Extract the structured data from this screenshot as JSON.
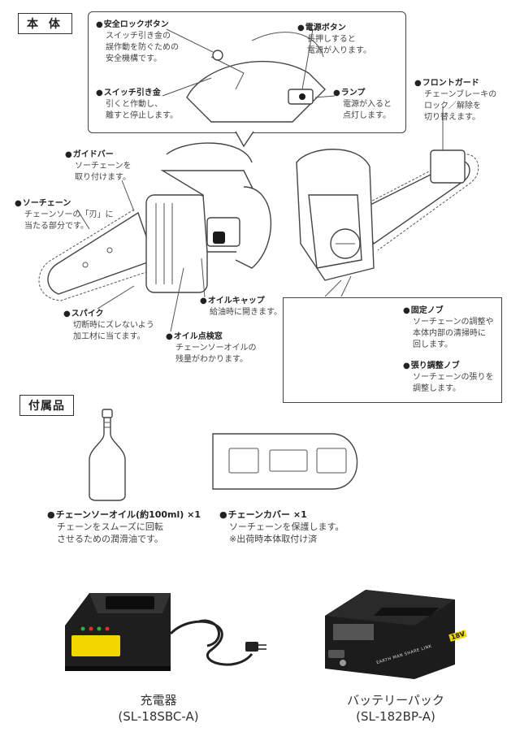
{
  "sections": {
    "main_body": "本 体",
    "accessories": "付属品"
  },
  "callouts": {
    "safety_lock": {
      "title": "安全ロックボタン",
      "lines": [
        "スイッチ引き金の",
        "誤作動を防ぐための",
        "安全機構です。"
      ]
    },
    "switch_trigger": {
      "title": "スイッチ引き金",
      "lines": [
        "引くと作動し、",
        "離すと停止します。"
      ]
    },
    "power_button": {
      "title": "電源ボタン",
      "lines": [
        "長押しすると",
        "電源が入ります。"
      ]
    },
    "lamp": {
      "title": "ランプ",
      "lines": [
        "電源が入ると",
        "点灯します。"
      ]
    },
    "front_guard": {
      "title": "フロントガード",
      "lines": [
        "チェーンブレーキの",
        "ロック／解除を",
        "切り替えます。"
      ]
    },
    "guide_bar": {
      "title": "ガイドバー",
      "lines": [
        "ソーチェーンを",
        "取り付けます。"
      ]
    },
    "saw_chain": {
      "title": "ソーチェーン",
      "lines": [
        "チェーンソーの「刃」に",
        "当たる部分です。"
      ]
    },
    "spike": {
      "title": "スパイク",
      "lines": [
        "切断時にズレないよう",
        "加工材に当てます。"
      ]
    },
    "oil_cap": {
      "title": "オイルキャップ",
      "lines": [
        "給油時に開きます。"
      ]
    },
    "oil_window": {
      "title": "オイル点検窓",
      "lines": [
        "チェーンソーオイルの",
        "残量がわかります。"
      ]
    },
    "fixing_knob": {
      "title": "固定ノブ",
      "lines": [
        "ソーチェーンの調整や",
        "本体内部の清掃時に",
        "回します。"
      ]
    },
    "tension_knob": {
      "title": "張り調整ノブ",
      "lines": [
        "ソーチェーンの張りを",
        "調整します。"
      ]
    }
  },
  "accessories": {
    "oil": {
      "title": "チェーンソーオイル(約100ml) ×1",
      "lines": [
        "チェーンをスムーズに回転",
        "させるための潤滑油です。"
      ]
    },
    "cover": {
      "title": "チェーンカバー ×1",
      "lines": [
        "ソーチェーンを保護します。",
        "※出荷時本体取付け済"
      ]
    }
  },
  "products": {
    "charger": {
      "name": "充電器",
      "model": "(SL-18SBC-A)"
    },
    "battery": {
      "name": "バッテリーパック",
      "model": "(SL-182BP-A)",
      "label_brand": "EARTH MAN SHARE LINK",
      "label_voltage": "18V"
    }
  },
  "colors": {
    "line": "#444444",
    "text": "#333333",
    "device_dark": "#1a1a1a",
    "charger_sticker": "#f2d600",
    "led_red": "#e03020",
    "led_green": "#2cb040"
  }
}
